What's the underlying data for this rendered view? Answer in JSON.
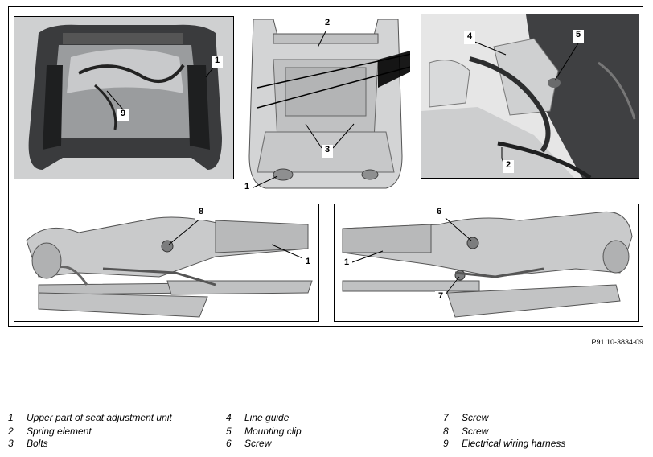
{
  "callouts": {
    "top_left": [
      "1",
      "9"
    ],
    "top_center": [
      "2",
      "3",
      "1"
    ],
    "top_right": [
      "4",
      "5",
      "2"
    ],
    "bottom_left": [
      "8",
      "1"
    ],
    "bottom_right": [
      "6",
      "1",
      "7"
    ]
  },
  "reference_code": "P91.10-3834-09",
  "legend": [
    {
      "num": "1",
      "text": "Upper part of seat adjustment unit"
    },
    {
      "num": "2",
      "text": "Spring element"
    },
    {
      "num": "3",
      "text": "Bolts"
    },
    {
      "num": "4",
      "text": "Line guide"
    },
    {
      "num": "5",
      "text": "Mounting clip"
    },
    {
      "num": "6",
      "text": "Screw"
    },
    {
      "num": "7",
      "text": "Screw"
    },
    {
      "num": "8",
      "text": "Screw"
    },
    {
      "num": "9",
      "text": "Electrical wiring harness"
    }
  ]
}
